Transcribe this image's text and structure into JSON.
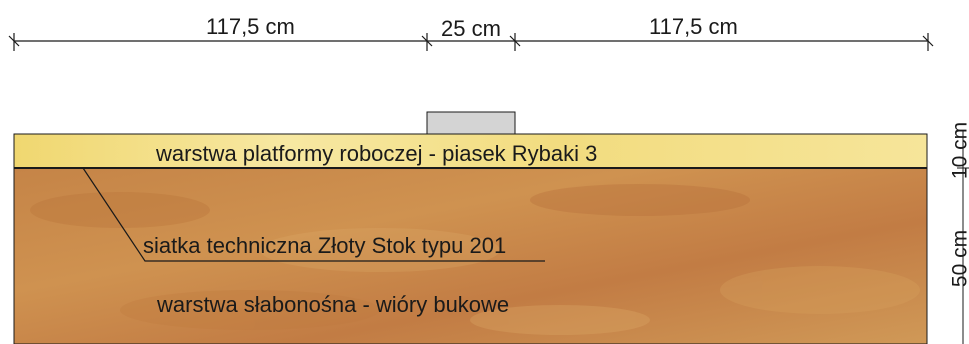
{
  "dimensions": {
    "left_width": "117,5 cm",
    "center_width": "25 cm",
    "right_width": "117,5 cm",
    "top_layer_thickness": "10 cm",
    "bottom_layer_thickness": "50 cm"
  },
  "layers": {
    "platform": "warstwa platformy roboczej - piasek Rybaki 3",
    "geogrid": "siatka techniczna Złoty Stok typu 201",
    "subsoil": "warstwa słabonośna - wióry bukowe"
  },
  "colors": {
    "sand": "#f1dc7a",
    "sand_light": "#f8eba8",
    "soil": "#c98a4b",
    "soil_dark": "#b8753c",
    "plate": "#d4d4d4",
    "line": "#1a1a1a"
  }
}
